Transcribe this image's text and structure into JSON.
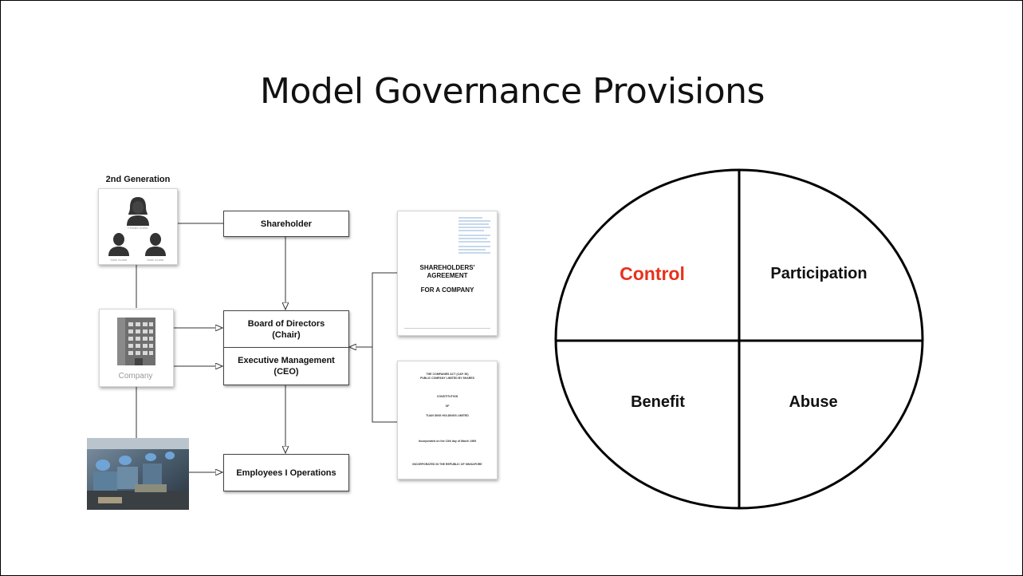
{
  "slide": {
    "title": "Model Governance Provisions"
  },
  "diagram": {
    "generation_label": "2nd Generation",
    "avatars": {
      "female_caption": "Female Avatar",
      "male_caption_1": "Male Avatar",
      "male_caption_2": "Male Avatar"
    },
    "company_caption": "Company",
    "boxes": {
      "shareholder": "Shareholder",
      "board_line1": "Board of Directors",
      "board_line2": "(Chair)",
      "exec_line1": "Executive Management",
      "exec_line2": "(CEO)",
      "employees": "Employees I Operations"
    },
    "documents": {
      "agreement_line1": "SHAREHOLDERS'",
      "agreement_line2": "AGREEMENT",
      "agreement_line3": "FOR A COMPANY",
      "constitution_lines": [
        "THE COMPANIES ACT (CAP. 50)",
        "PUBLIC COMPANY LIMITED BY SHARES",
        "CONSTITUTION",
        "OF",
        "TUAN SING HOLDINGS LIMITED",
        "Incorporated on the 13th day of March 1969",
        "INCORPORATED IN THE REPUBLIC OF SINGAPORE"
      ]
    }
  },
  "quadrants": {
    "control": "Control",
    "participation": "Participation",
    "benefit": "Benefit",
    "abuse": "Abuse",
    "accent_color": "#e8311a"
  }
}
